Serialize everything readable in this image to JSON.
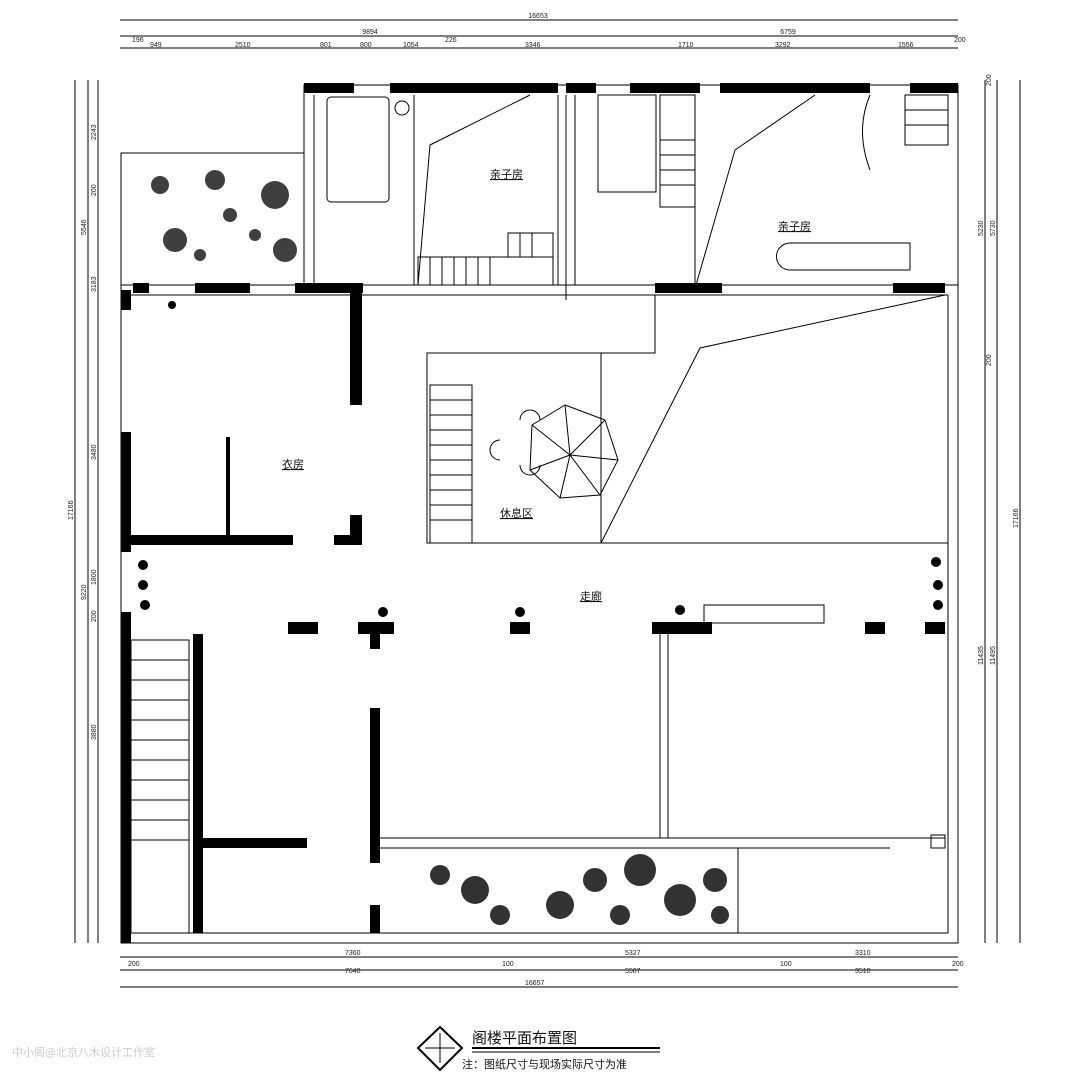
{
  "title": "阁楼平面布置图",
  "note": "注：图纸尺寸与现场实际尺寸为准",
  "watermark": "中小阁@北京八木设计工作室",
  "rooms": {
    "kids_room_1": "亲子房",
    "kids_room_2": "亲子房",
    "closet": "衣房",
    "lounge": "休息区",
    "corridor": "走廊"
  },
  "dimensions": {
    "top_total": "16653",
    "top_mid": [
      "9894",
      "6759"
    ],
    "top_detail": [
      "196",
      "949",
      "2510",
      "801",
      "800",
      "1054",
      "226",
      "3346",
      "1710",
      "3292",
      "1556",
      "200"
    ],
    "bottom_row1": [
      "7360",
      "5327",
      "3310"
    ],
    "bottom_small": [
      "200",
      "100",
      "100",
      "200"
    ],
    "bottom_row2": [
      "7640",
      "5507",
      "3510"
    ],
    "bottom_total": "16657",
    "left_outer": "17166",
    "left_mid": [
      "5546",
      "9220"
    ],
    "left_detail": [
      "2243",
      "200",
      "3183",
      "3480",
      "1800",
      "200",
      "3880"
    ],
    "right_inner": [
      "200",
      "5230",
      "200",
      "11435"
    ],
    "right_mid": [
      "5730",
      "11495"
    ],
    "right_outer": "17166"
  }
}
